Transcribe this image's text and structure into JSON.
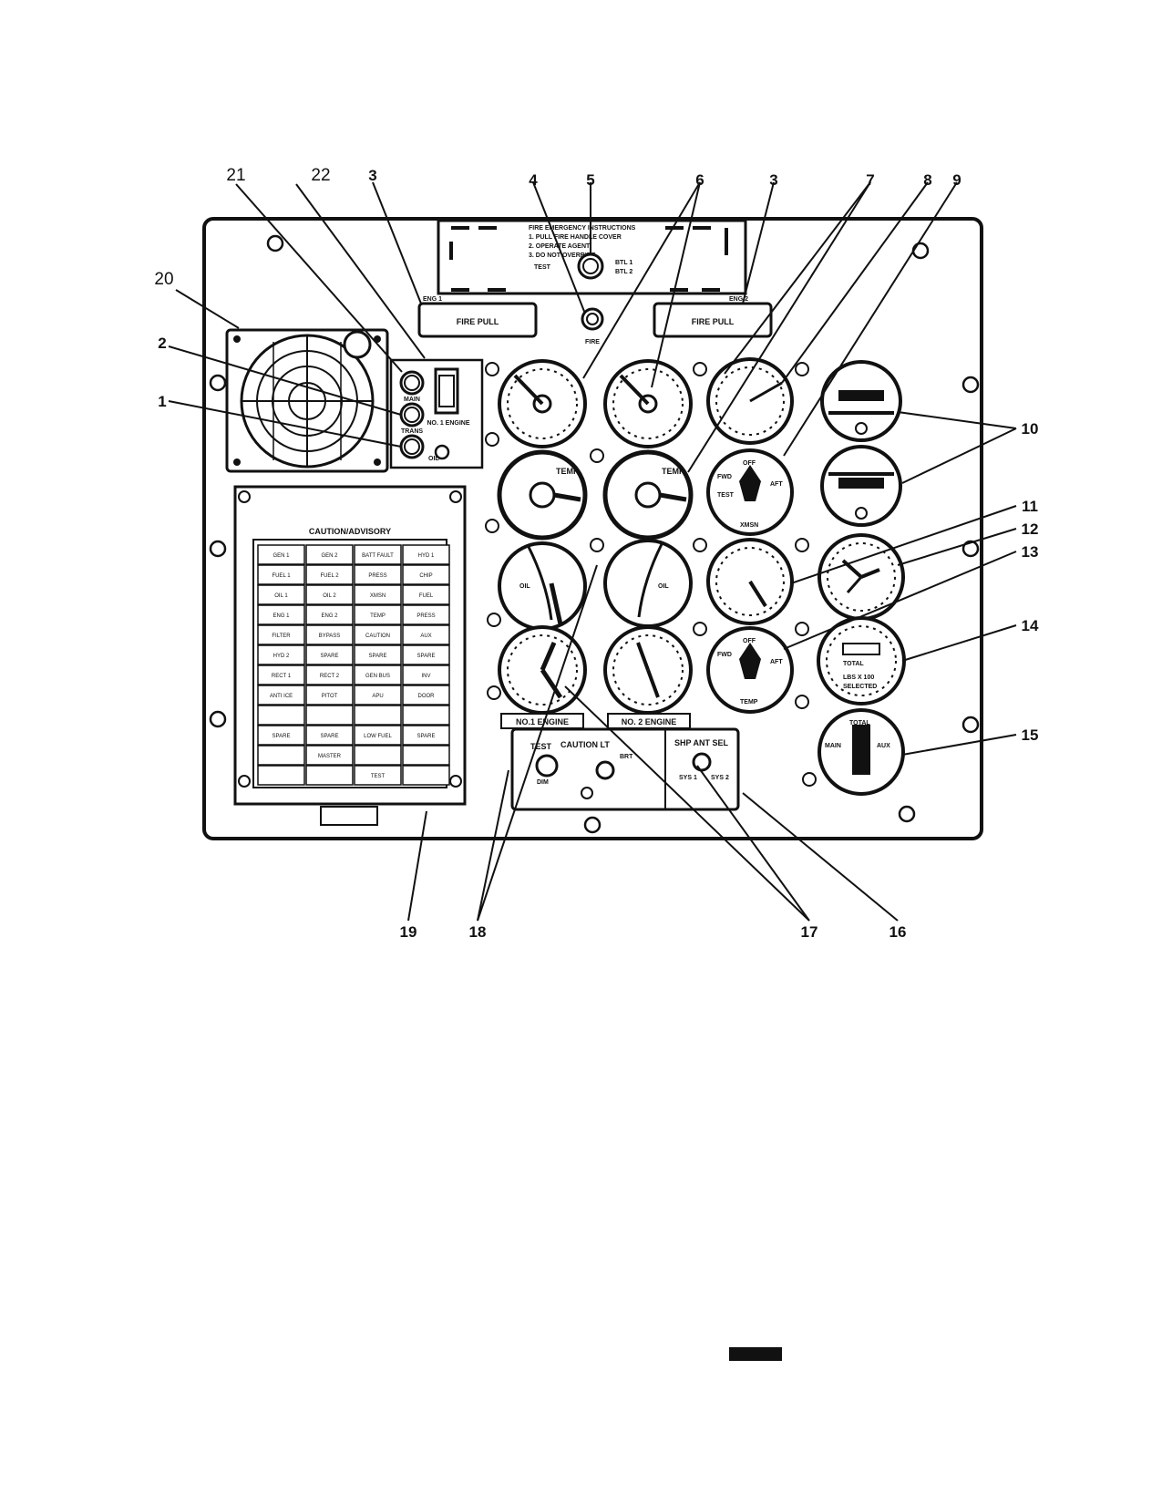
{
  "callouts": {
    "c21": "21",
    "c22": "22",
    "c3a": "3",
    "c4": "4",
    "c5": "5",
    "c6": "6",
    "c3b": "3",
    "c7": "7",
    "c8": "8",
    "c9": "9",
    "c20": "20",
    "c2": "2",
    "c1": "1",
    "c10": "10",
    "c11": "11",
    "c12": "12",
    "c13": "13",
    "c14": "14",
    "c15": "15",
    "c19": "19",
    "c18": "18",
    "c17": "17",
    "c16": "16"
  },
  "fire_placard": {
    "line1": "FIRE EMERGENCY INSTRUCTIONS",
    "line2": "1. PULL FIRE HANDLE COVER",
    "line3": "2. OPERATE AGENT",
    "line4": "3. DO NOT OVERRIDE",
    "btl1": "BTL 1",
    "btl2": "BTL 2",
    "eng1": "ENG 1",
    "eng2": "ENG 2",
    "pull_left": "FIRE PULL",
    "pull_right": "FIRE PULL",
    "test": "TEST",
    "fire": "FIRE"
  },
  "light_labels": {
    "l1": "OIL",
    "l2": "TRANS",
    "l3": "MAIN",
    "switch": "NO. 1 ENGINE"
  },
  "gauges": {
    "g_temp1": "TEMP",
    "g_temp2": "TEMP",
    "g_oil1": "OIL",
    "g_oil2": "OIL",
    "g_fwd1": [
      "OFF",
      "FWD",
      "AFT",
      "TEST",
      "XMSN"
    ],
    "g_fwd2": [
      "OFF",
      "FWD",
      "AFT",
      "TEMP"
    ],
    "g_fuel_qty": [
      "TOTAL",
      "LBS X 100",
      "SELECTED"
    ],
    "g_fuel_sel": [
      "TOTAL",
      "MAIN",
      "AUX"
    ]
  },
  "engine_labels": {
    "eng1": "NO.1 ENGINE",
    "eng2": "NO. 2 ENGINE"
  },
  "caution_panel": {
    "title": "CAUTION/ADVISORY",
    "cells": [
      [
        "GEN 1",
        "GEN 2",
        "BATT FAULT",
        "HYD 1"
      ],
      [
        "FUEL 1",
        "FUEL 2",
        "PRESS",
        "CHIP"
      ],
      [
        "OIL 1",
        "OIL 2",
        "XMSN",
        "FUEL"
      ],
      [
        "ENG 1",
        "ENG 2",
        "TEMP",
        "PRESS"
      ],
      [
        "FILTER",
        "BYPASS",
        "CAUTION",
        "AUX"
      ],
      [
        "HYD 2",
        "SPARE",
        "SPARE",
        "SPARE"
      ],
      [
        "RECT 1",
        "RECT 2",
        "GEN BUS",
        "INV"
      ],
      [
        "ANTI ICE",
        "PITOT",
        "APU",
        "DOOR"
      ],
      [
        "",
        "",
        "",
        ""
      ],
      [
        "SPARE",
        "SPARE",
        "LOW FUEL",
        "SPARE"
      ],
      [
        "",
        "MASTER",
        "",
        ""
      ],
      [
        "",
        "",
        "TEST",
        ""
      ]
    ]
  },
  "bottom_panel": {
    "caution_lt": "CAUTION LT",
    "test": "TEST",
    "bright": "BRT",
    "dim": "DIM",
    "ant_sel": "SHP ANT SEL",
    "sys1": "SYS 1",
    "sys2": "SYS 2"
  },
  "page_footer_bar": ""
}
